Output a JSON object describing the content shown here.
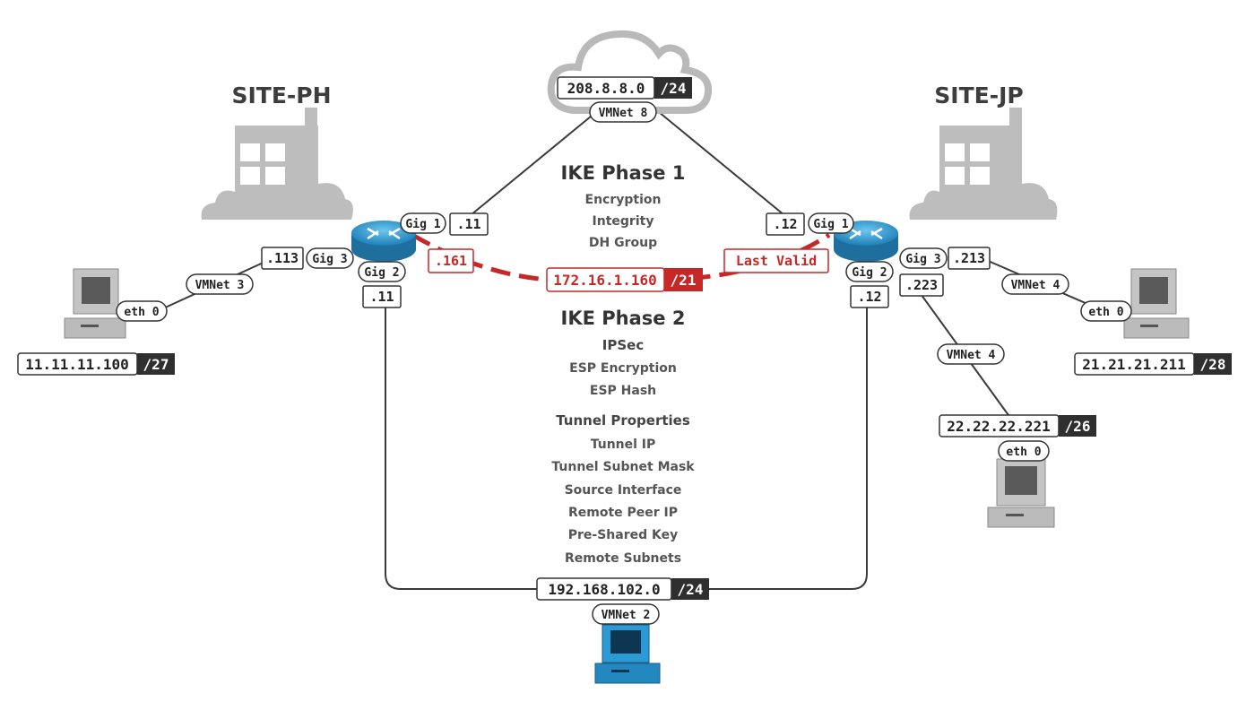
{
  "sites": {
    "ph": "SITE-PH",
    "jp": "SITE-JP"
  },
  "wan": {
    "network": "208.8.8.0",
    "mask": "/24",
    "vmnet": "VMNet 8"
  },
  "lan": {
    "network": "192.168.102.0",
    "mask": "/24",
    "vmnet": "VMNet 2"
  },
  "tunnel": {
    "network": "172.16.1.160",
    "mask": "/21",
    "ph_ip": ".161",
    "jp_ip": "Last Valid"
  },
  "router_ph": {
    "gig1_label": "Gig 1",
    "gig1_ip": ".11",
    "gig2_label": "Gig 2",
    "gig2_ip": ".11",
    "gig3_label": "Gig 3",
    "gig3_ip": ".113"
  },
  "router_jp": {
    "gig1_label": "Gig 1",
    "gig1_ip": ".12",
    "gig2_label": "Gig 2",
    "gig2_ip": ".12",
    "gig3_label": "Gig 3",
    "gig3_ip_a": ".213",
    "gig3_ip_b": ".223"
  },
  "host_ph": {
    "vmnet": "VMNet 3",
    "eth": "eth 0",
    "ip": "11.11.11.100",
    "mask": "/27"
  },
  "host_jp1": {
    "vmnet": "VMNet 4",
    "eth": "eth 0",
    "ip": "21.21.21.211",
    "mask": "/28"
  },
  "host_jp2": {
    "vmnet": "VMNet 4",
    "eth": "eth 0",
    "ip": "22.22.22.221",
    "mask": "/26"
  },
  "phase1": {
    "title": "IKE Phase 1",
    "items": [
      "Encryption",
      "Integrity",
      "DH Group"
    ]
  },
  "phase2": {
    "title": "IKE Phase 2",
    "ipsec_title": "IPSec",
    "ipsec_items": [
      "ESP Encryption",
      "ESP Hash"
    ],
    "tunnel_title": "Tunnel Properties",
    "tunnel_items": [
      "Tunnel IP",
      "Tunnel Subnet Mask",
      "Source Interface",
      "Remote Peer IP",
      "Pre-Shared Key",
      "Remote Subnets"
    ]
  },
  "colors": {
    "accent_red": "#c62828",
    "dark": "#3a3a3a",
    "router_blue": "#2a93c9",
    "lan_pc_blue": "#2c9ad4",
    "gray_icon": "#bdbdbd"
  }
}
